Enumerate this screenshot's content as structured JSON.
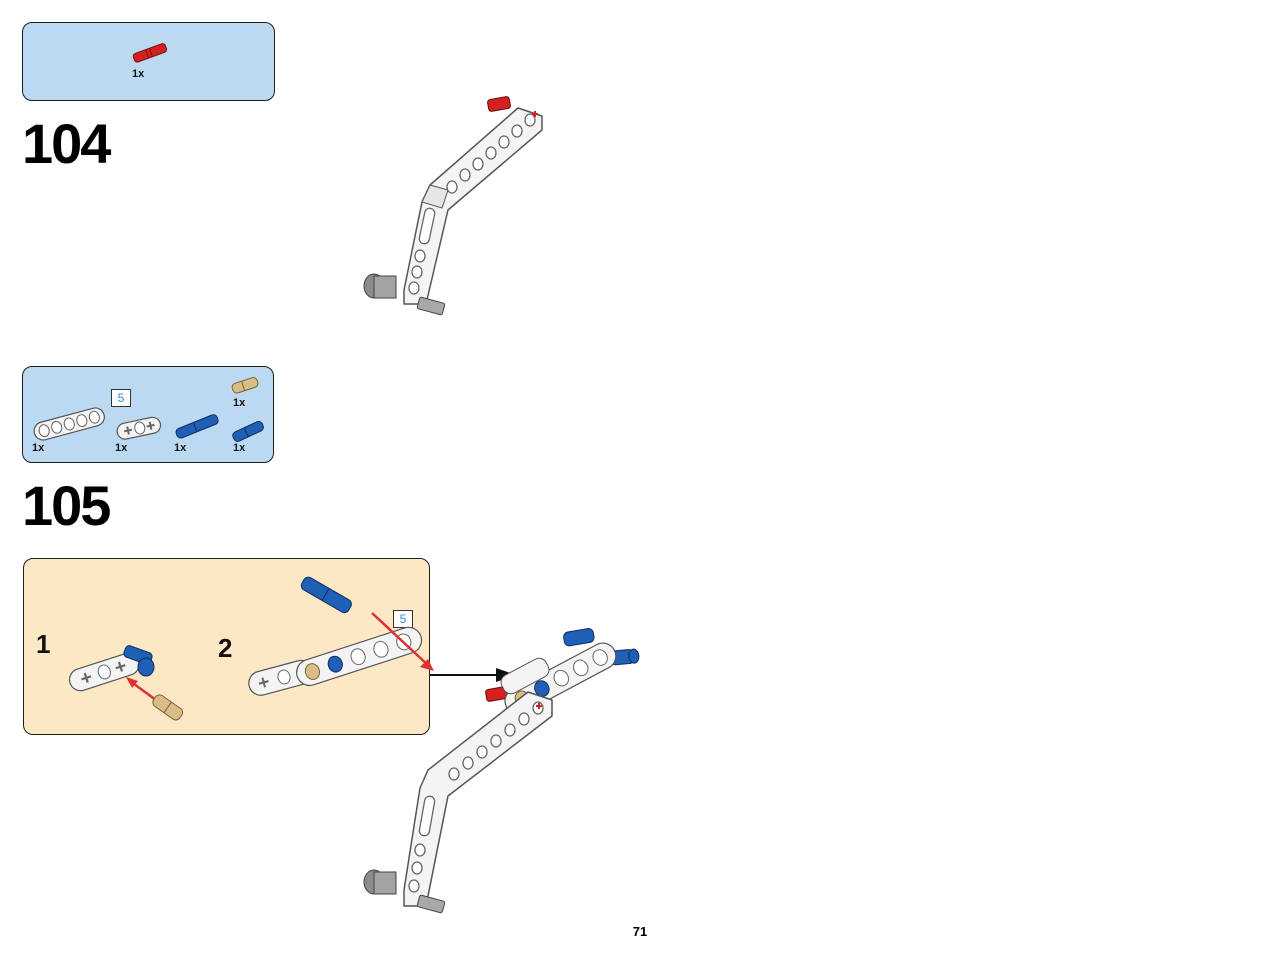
{
  "steps": [
    {
      "number": "104",
      "parts": [
        {
          "name": "red-axle-pin",
          "qty": "1x",
          "color": "#d42020"
        }
      ]
    },
    {
      "number": "105",
      "parts": [
        {
          "name": "white-beam-5",
          "qty": "1x",
          "length_label": "5",
          "color": "#f2f2f2"
        },
        {
          "name": "white-cross-block",
          "qty": "1x",
          "color": "#f2f2f2"
        },
        {
          "name": "blue-long-pin",
          "qty": "1x",
          "color": "#1f5fb5"
        },
        {
          "name": "blue-axle-pin",
          "qty": "1x",
          "color": "#1f5fb5"
        },
        {
          "name": "tan-pin",
          "qty": "1x",
          "color": "#d8bd86"
        }
      ],
      "substeps": [
        {
          "number": "1"
        },
        {
          "number": "2",
          "length_label": "5"
        }
      ]
    }
  ],
  "colors": {
    "parts_box": "#bcd9f2",
    "substep_box": "#fde8c6",
    "red": "#d42020",
    "blue": "#1f5fb5",
    "tan": "#d8bd86",
    "white_part": "#f4f4f4",
    "gray_part": "#9a9a9a"
  },
  "page": {
    "number": "71"
  }
}
